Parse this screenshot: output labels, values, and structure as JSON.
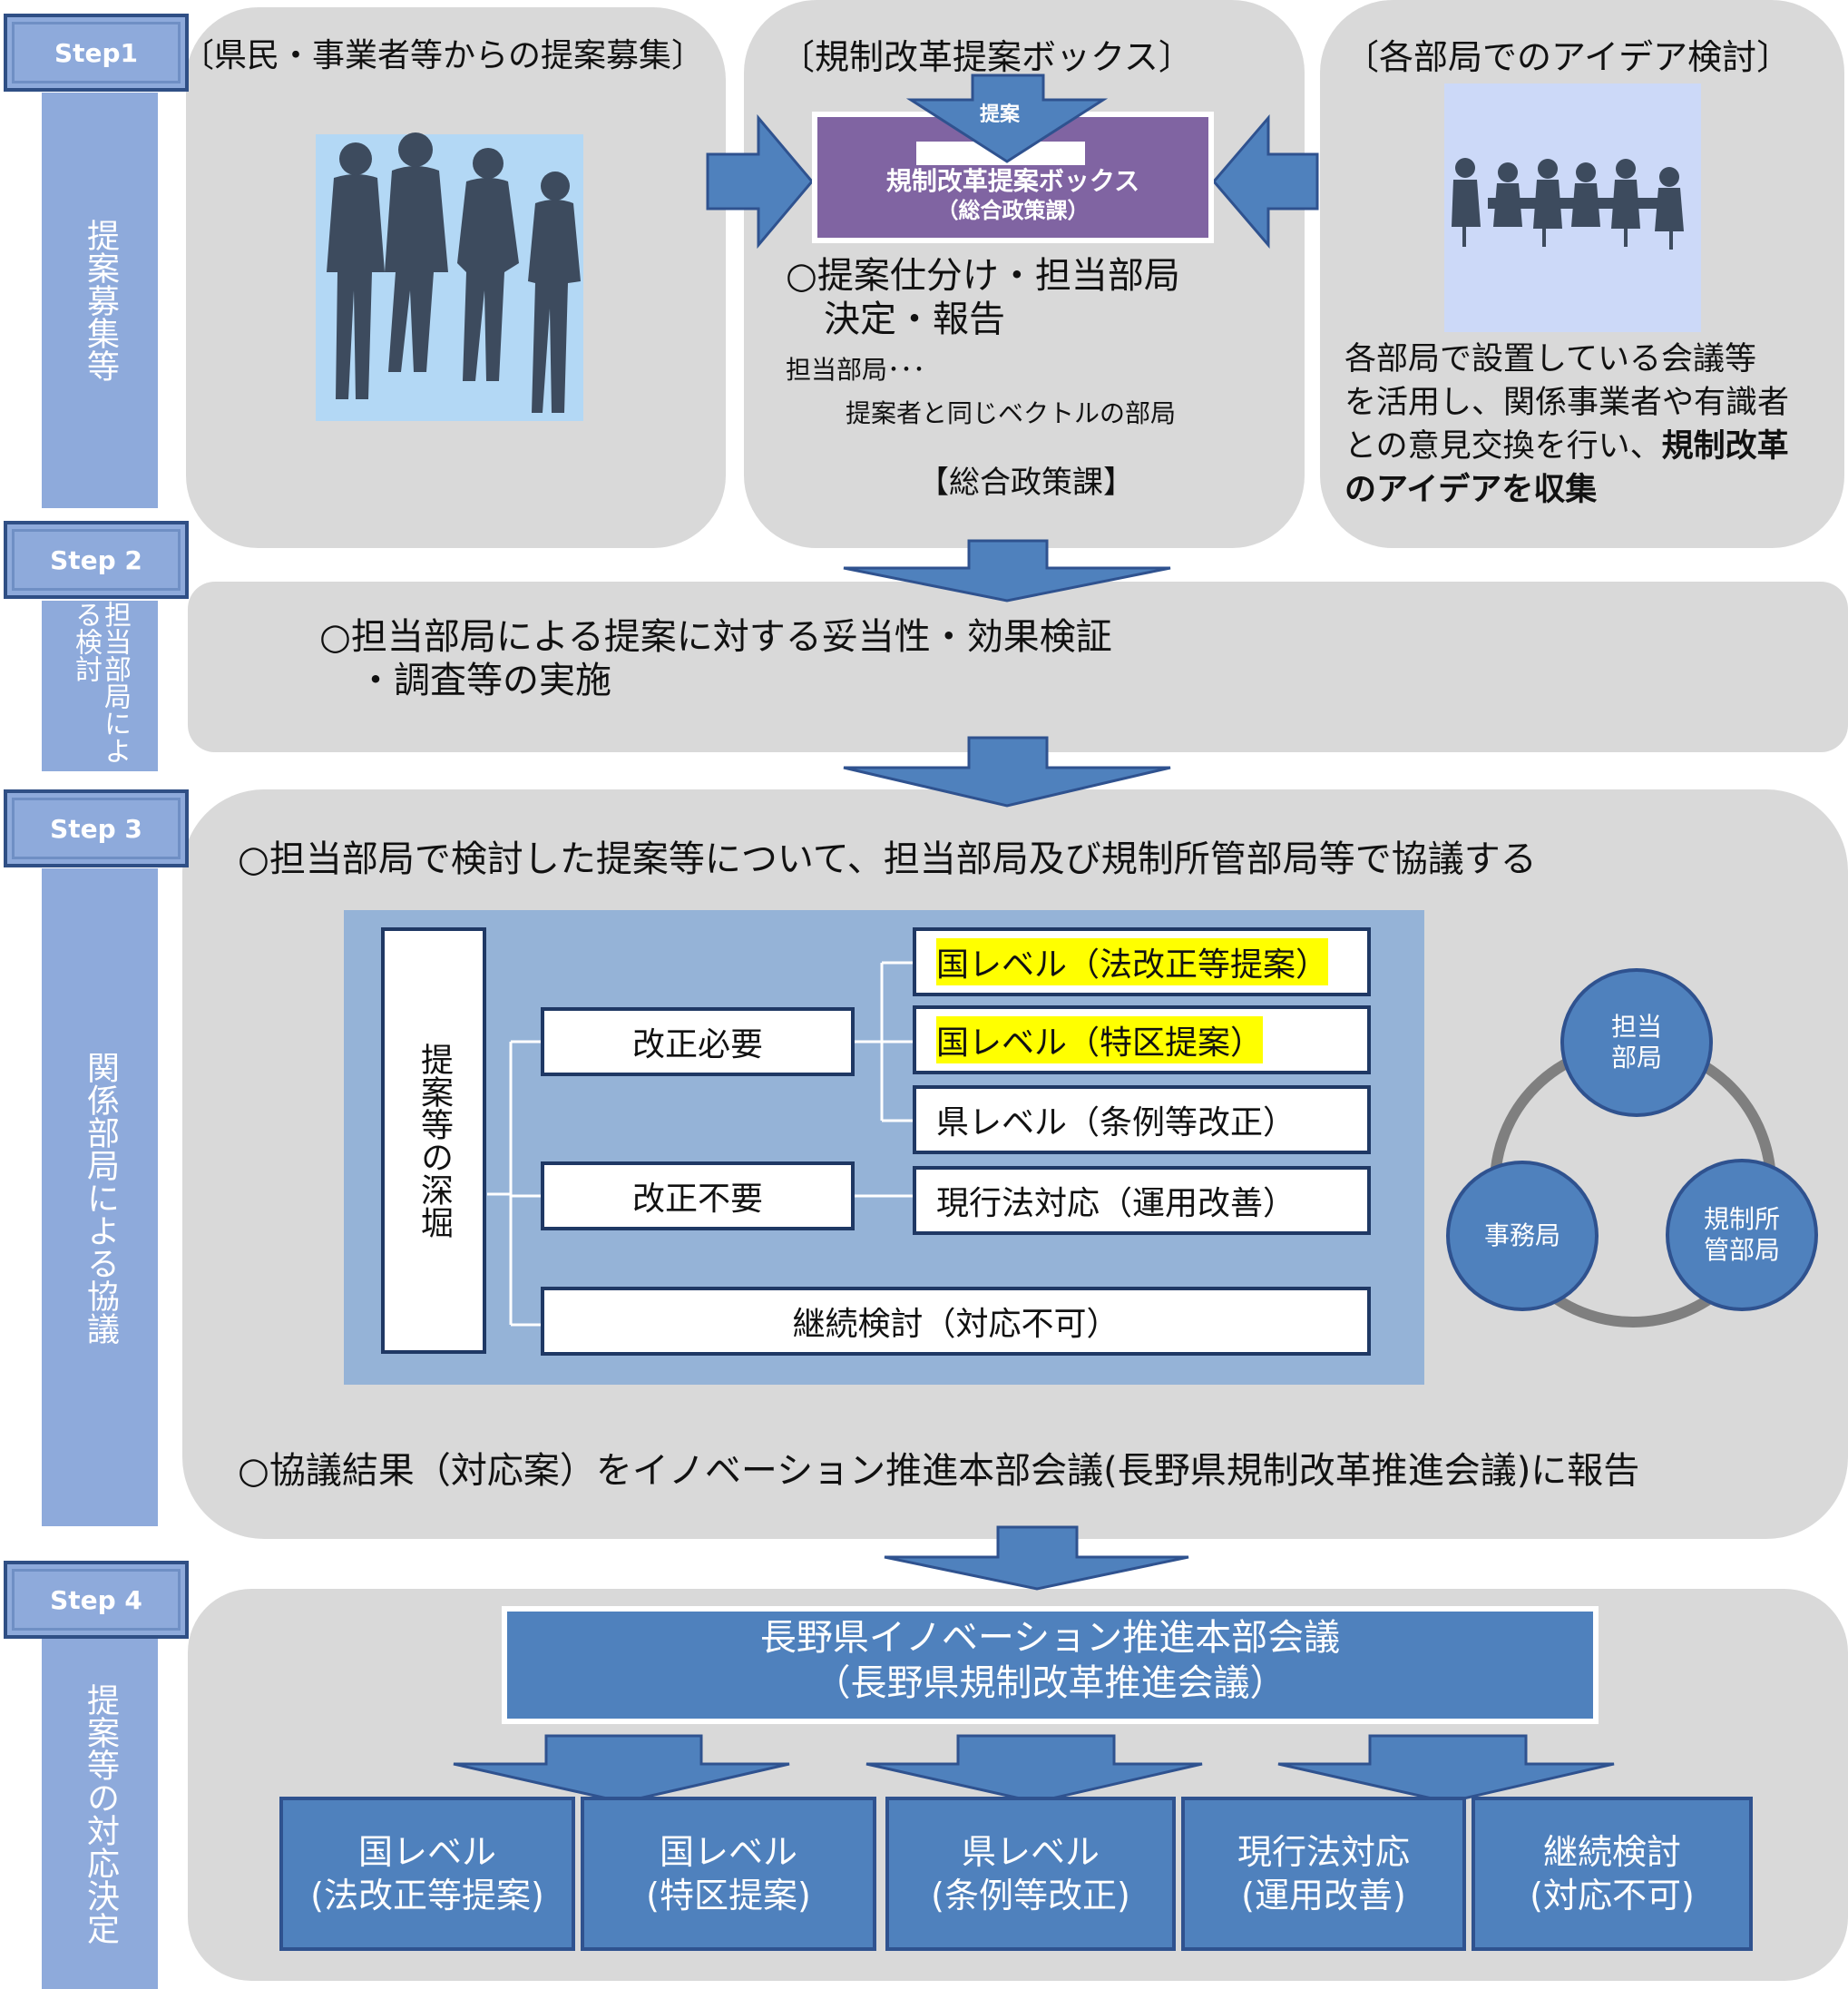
{
  "steps": [
    {
      "label": "Step1",
      "side": "提案募集等"
    },
    {
      "label": "Step 2",
      "side": "担当部局による検討"
    },
    {
      "label": "Step 3",
      "side": "関係部局による協議"
    },
    {
      "label": "Step 4",
      "side": "提案等の対応決定"
    }
  ],
  "step1": {
    "col1": {
      "heading": "〔県民・事業者等からの提案募集〕"
    },
    "col2": {
      "heading": "〔規制改革提案ボックス〕",
      "arrow_label": "提案",
      "box_line1": "規制改革提案ボックス",
      "box_line2": "（総合政策課）",
      "bullet_line1": "○提案仕分け・担当部局",
      "bullet_line2": "決定・報告",
      "note1": "担当部局･･･",
      "note2": "提案者と同じベクトルの部局",
      "footer": "【総合政策課】"
    },
    "col3": {
      "heading": "〔各部局でのアイデア検討〕",
      "text_line1": "各部局で設置している会議等",
      "text_line2": "を活用し、関係事業者や有識者",
      "text_line3_plain": "との意見交換を行い、",
      "text_line3_bold": "規制改革",
      "text_line4_bold": "のアイデアを収集"
    }
  },
  "step2": {
    "line1": "○担当部局による提案に対する妥当性・効果検証",
    "line2": "・調査等の実施"
  },
  "step3": {
    "heading": "○担当部局で検討した提案等について、担当部局及び規制所管部局等で協議する",
    "root": "提案等の深堀",
    "branch_required": "改正必要",
    "branch_not_required": "改正不要",
    "branch_continue": "継続検討（対応不可）",
    "leaf1": "国レベル（法改正等提案）",
    "leaf2": "国レベル（特区提案）",
    "leaf3": "県レベル（条例等改正）",
    "leaf4": "現行法対応（運用改善）",
    "cycle_top_line1": "担当",
    "cycle_top_line2": "部局",
    "cycle_left": "事務局",
    "cycle_right_line1": "規制所",
    "cycle_right_line2": "管部局",
    "footer": "○協議結果（対応案）をイノベーション推進本部会議(長野県規制改革推進会議)に報告"
  },
  "step4": {
    "main_line1": "長野県イノベーション推進本部会議",
    "main_line2": "（長野県規制改革推進会議）",
    "outcomes": [
      {
        "line1": "国レベル",
        "line2": "(法改正等提案)"
      },
      {
        "line1": "国レベル",
        "line2": "(特区提案)"
      },
      {
        "line1": "県レベル",
        "line2": "(条例等改正)"
      },
      {
        "line1": "現行法対応",
        "line2": "(運用改善)"
      },
      {
        "line1": "継続検討",
        "line2": "(対応不可)"
      }
    ]
  },
  "colors": {
    "step_badge": "#8eaadb",
    "panel_gray": "#d9d9d9",
    "arrow_blue": "#4f81bd",
    "purple_box": "#8064a2",
    "highlight": "#ffff00",
    "silhouette": "#3d4b5e"
  }
}
